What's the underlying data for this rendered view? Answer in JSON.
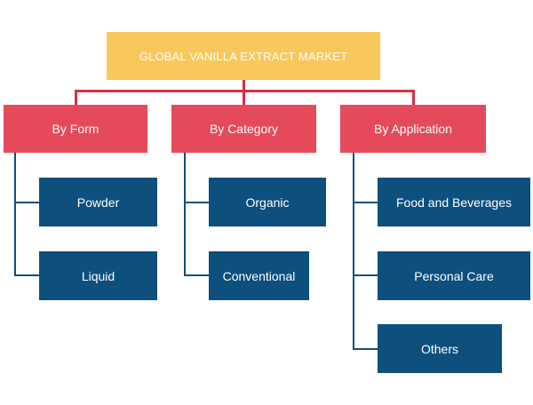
{
  "diagram": {
    "root": "GLOBAL VANILLA EXTRACT MARKET",
    "categories": [
      {
        "label": "By Form",
        "items": [
          "Powder",
          "Liquid"
        ]
      },
      {
        "label": "By Category",
        "items": [
          "Organic",
          "Conventional"
        ]
      },
      {
        "label": "By Application",
        "items": [
          "Food and Beverages",
          "Personal Care",
          "Others"
        ]
      }
    ],
    "colors": {
      "root": "#f9c85c",
      "category": "#e54a5b",
      "connector_top": "#d62f44",
      "leaf": "#0d4f7d"
    }
  }
}
